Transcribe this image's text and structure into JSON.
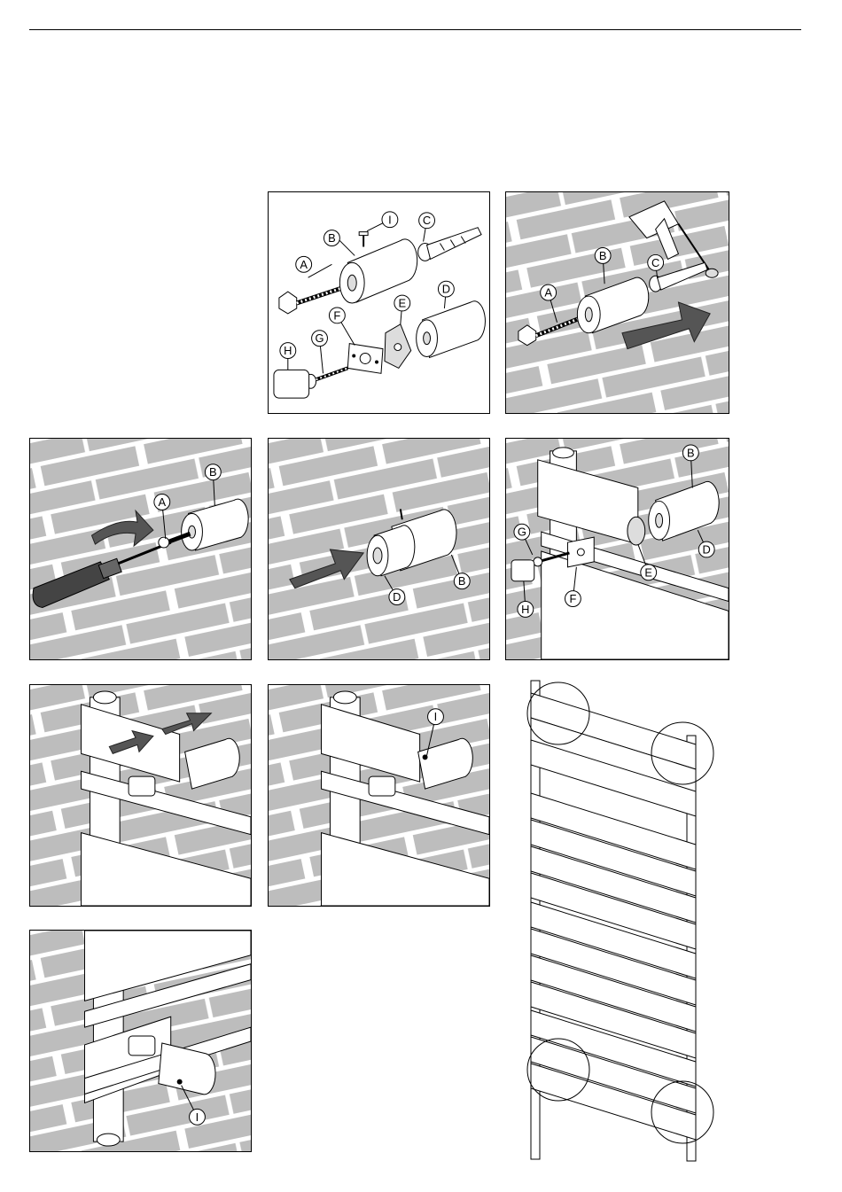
{
  "page": {
    "colors": {
      "wall": "#bdbdbd",
      "mortar": "#ffffff",
      "arrow": "#555555"
    }
  },
  "panel1": {
    "labels": [
      "A",
      "B",
      "C",
      "D",
      "E",
      "F",
      "G",
      "H",
      "I"
    ]
  },
  "panel2": {
    "labels": [
      "A",
      "B",
      "C"
    ]
  },
  "panel3": {
    "labels": [
      "A",
      "B"
    ]
  },
  "panel4": {
    "labels": [
      "B",
      "D"
    ]
  },
  "panel5": {
    "labels": [
      "B",
      "D",
      "E",
      "F",
      "G",
      "H"
    ]
  },
  "panel6": {
    "labels": []
  },
  "panel7": {
    "labels": [
      "I"
    ]
  },
  "panel8": {
    "labels": [
      "I"
    ]
  },
  "panel9": {
    "labels": []
  }
}
